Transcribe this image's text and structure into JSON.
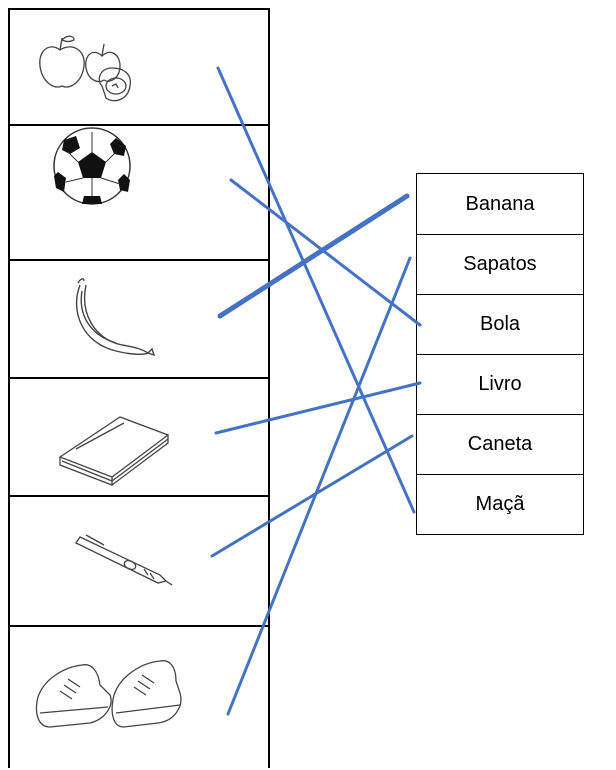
{
  "words": [
    "Banana",
    "Sapatos",
    "Bola",
    "Livro",
    "Caneta",
    "Maçã"
  ],
  "pictures": [
    "apples-icon",
    "soccer-ball-icon",
    "banana-icon",
    "book-icon",
    "pen-icon",
    "sneakers-icon"
  ],
  "matches": [
    {
      "picture": "apples-icon",
      "word": "Maçã"
    },
    {
      "picture": "soccer-ball-icon",
      "word": "Bola"
    },
    {
      "picture": "banana-icon",
      "word": "Banana"
    },
    {
      "picture": "book-icon",
      "word": "Livro"
    },
    {
      "picture": "pen-icon",
      "word": "Caneta"
    },
    {
      "picture": "sneakers-icon",
      "word": "Sapatos"
    }
  ],
  "colors": {
    "line": "#4472c4",
    "border": "#000000"
  }
}
